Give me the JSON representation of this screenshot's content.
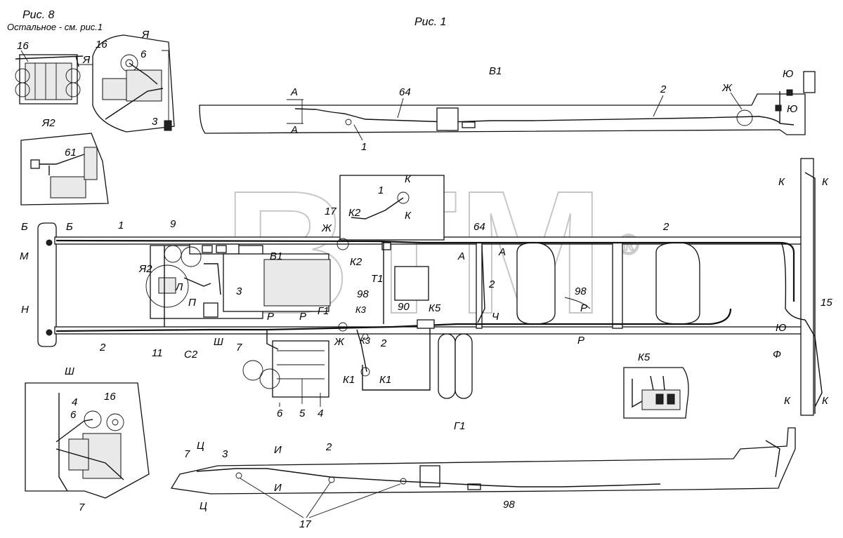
{
  "titles": {
    "fig8": "Рис. 8",
    "fig8_note": "Остальное - см. рис.1",
    "fig1": "Рис. 1",
    "view_ya": "Я",
    "view_ya2": "Я2",
    "view_v1": "В1",
    "view_g1": "Г1",
    "view_sh": "Ш",
    "view_k5": "К5"
  },
  "watermark": {
    "text": "BTM",
    "mark": "®"
  },
  "callouts": {
    "c1": "1",
    "c2": "2",
    "c3": "3",
    "c4": "4",
    "c5": "5",
    "c6": "6",
    "c7": "7",
    "c9": "9",
    "c11": "11",
    "c15": "15",
    "c16": "16",
    "c17": "17",
    "c61": "61",
    "c64": "64",
    "c90": "90",
    "c98": "98"
  },
  "section_marks": {
    "A": "А",
    "B": "Б",
    "M": "М",
    "N": "Н",
    "YA": "Я",
    "YA2": "Я2",
    "K": "К",
    "K1": "К1",
    "K2": "К2",
    "K3": "К3",
    "K5": "К5",
    "ZH": "Ж",
    "L": "Л",
    "P": "П",
    "R": "Р",
    "T1": "Т1",
    "CH": "Ч",
    "YU": "Ю",
    "F": "Ф",
    "SH": "Ш",
    "S2": "С2",
    "TS": "Ц",
    "I": "И",
    "V1": "В1",
    "G1": "Г1"
  }
}
